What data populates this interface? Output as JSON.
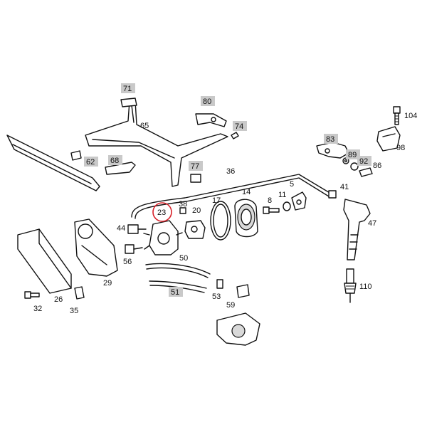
{
  "callouts": {
    "c71": "71",
    "c80": "80",
    "c65": "65",
    "c74": "74",
    "c104": "104",
    "c62": "62",
    "c68": "68",
    "c77": "77",
    "c83": "83",
    "c89": "89",
    "c92": "92",
    "c86": "86",
    "c98": "98",
    "c36": "36",
    "c41": "41",
    "c17": "17",
    "c14": "14",
    "c8": "8",
    "c11": "11",
    "c5": "5",
    "c23": "23",
    "c38": "38",
    "c20": "20",
    "c47": "47",
    "c44": "44",
    "c56": "56",
    "c50": "50",
    "c29": "29",
    "c26": "26",
    "c32": "32",
    "c35": "35",
    "c51": "51",
    "c53": "53",
    "c59": "59",
    "c110": "110"
  },
  "highlighted_part": "23",
  "colors": {
    "highlight": "#d8222a",
    "shaded_label": "#c9c9c9"
  }
}
